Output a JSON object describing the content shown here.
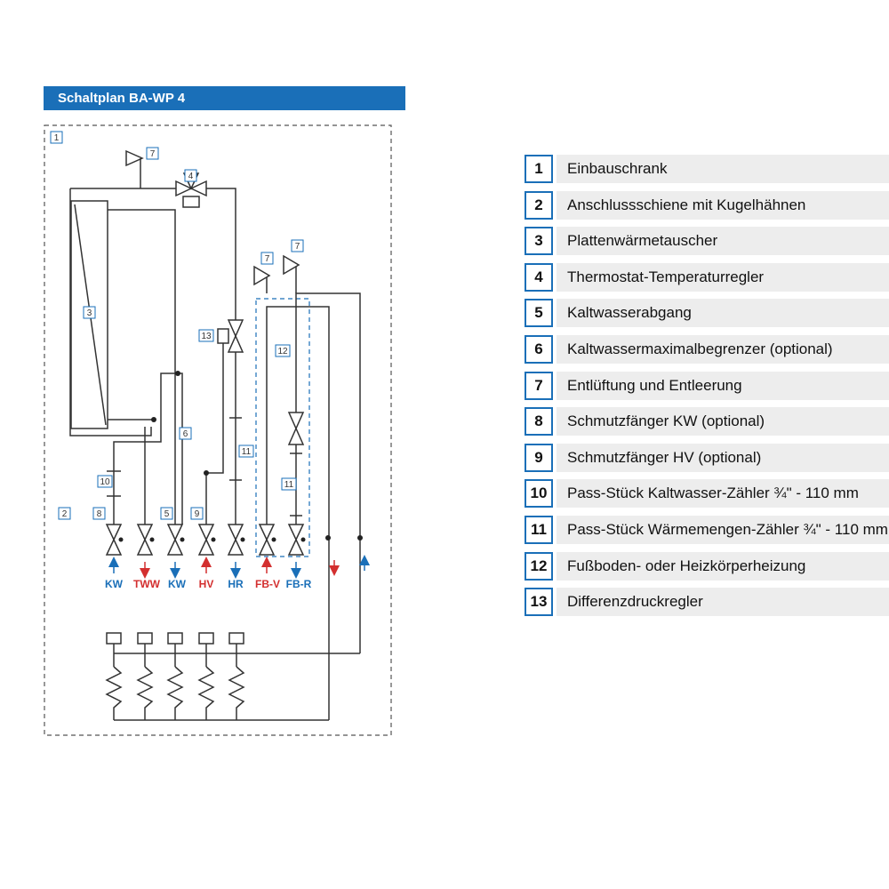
{
  "title": "Schaltplan BA-WP 4",
  "colors": {
    "accent": "#1a6fb8",
    "red_label": "#d32f2f",
    "blue_label": "#1a6fb8",
    "line": "#333333"
  },
  "diagram_tags": {
    "t1": "1",
    "t2": "2",
    "t3": "3",
    "t4": "4",
    "t5": "5",
    "t6": "6",
    "t7a": "7",
    "t7b": "7",
    "t7c": "7",
    "t8": "8",
    "t9": "9",
    "t10": "10",
    "t11a": "11",
    "t11b": "11",
    "t12": "12",
    "t13": "13"
  },
  "connections": {
    "kw_in": "KW",
    "tww": "TWW",
    "kw_out": "KW",
    "hv": "HV",
    "hr": "HR",
    "fbv": "FB-V",
    "fbr": "FB-R"
  },
  "legend": [
    {
      "num": "1",
      "text": "Einbauschrank"
    },
    {
      "num": "2",
      "text": "Anschlussschiene mit Kugelhähnen"
    },
    {
      "num": "3",
      "text": "Plattenwärmetauscher"
    },
    {
      "num": "4",
      "text": "Thermostat-Temperaturregler"
    },
    {
      "num": "5",
      "text": "Kaltwasserabgang"
    },
    {
      "num": "6",
      "text": "Kaltwassermaximalbegrenzer (optional)"
    },
    {
      "num": "7",
      "text": "Entlüftung und Entleerung"
    },
    {
      "num": "8",
      "text": "Schmutzfänger KW (optional)"
    },
    {
      "num": "9",
      "text": "Schmutzfänger HV (optional)"
    },
    {
      "num": "10",
      "text": "Pass-Stück Kaltwasser-Zähler ¾\" - 110 mm"
    },
    {
      "num": "11",
      "text": "Pass-Stück Wärmemengen-Zähler ¾\" - 110 mm"
    },
    {
      "num": "12",
      "text": "Fußboden- oder Heizkörperheizung"
    },
    {
      "num": "13",
      "text": "Differenzdruckregler"
    }
  ]
}
